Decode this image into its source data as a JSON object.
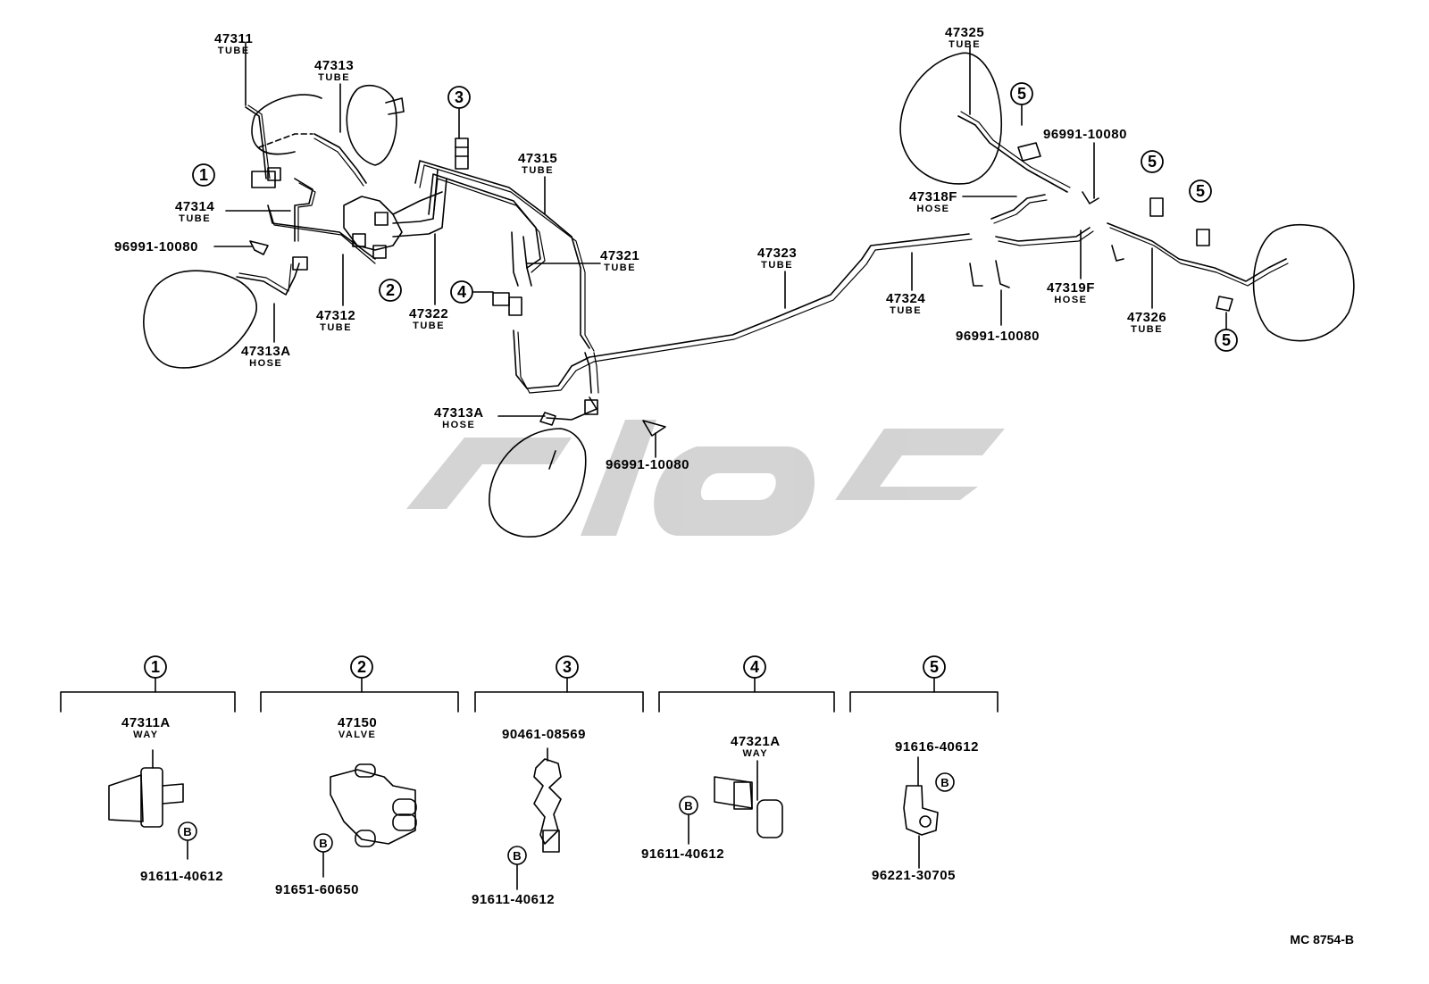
{
  "callouts": [
    {
      "id": "c-47311",
      "part": "47311",
      "desc": "TUBE"
    },
    {
      "id": "c-47313",
      "part": "47313",
      "desc": "TUBE"
    },
    {
      "id": "c-47314",
      "part": "47314",
      "desc": "TUBE"
    },
    {
      "id": "c-96991-a",
      "part": "96991-10080",
      "desc": ""
    },
    {
      "id": "c-47312",
      "part": "47312",
      "desc": "TUBE"
    },
    {
      "id": "c-47313a-front",
      "part": "47313A",
      "desc": "HOSE"
    },
    {
      "id": "c-47322",
      "part": "47322",
      "desc": "TUBE"
    },
    {
      "id": "c-47315",
      "part": "47315",
      "desc": "TUBE"
    },
    {
      "id": "c-47321",
      "part": "47321",
      "desc": "TUBE"
    },
    {
      "id": "c-47313a-rear",
      "part": "47313A",
      "desc": "HOSE"
    },
    {
      "id": "c-96991-b",
      "part": "96991-10080",
      "desc": ""
    },
    {
      "id": "c-47323",
      "part": "47323",
      "desc": "TUBE"
    },
    {
      "id": "c-47325",
      "part": "47325",
      "desc": "TUBE"
    },
    {
      "id": "c-96991-c",
      "part": "96991-10080",
      "desc": ""
    },
    {
      "id": "c-47318f",
      "part": "47318F",
      "desc": "HOSE"
    },
    {
      "id": "c-47324",
      "part": "47324",
      "desc": "TUBE"
    },
    {
      "id": "c-47319f",
      "part": "47319F",
      "desc": "HOSE"
    },
    {
      "id": "c-96991-d",
      "part": "96991-10080",
      "desc": ""
    },
    {
      "id": "c-47326",
      "part": "47326",
      "desc": "TUBE"
    }
  ],
  "details": [
    {
      "num": "1",
      "name": "47311A",
      "desc": "WAY",
      "sub": "91611-40612",
      "bolt": "B"
    },
    {
      "num": "2",
      "name": "47150",
      "desc": "VALVE",
      "sub": "91651-60650",
      "bolt": "B"
    },
    {
      "num": "3",
      "name": "90461-08569",
      "desc": "",
      "sub": "91611-40612",
      "bolt": "B"
    },
    {
      "num": "4",
      "name": "47321A",
      "desc": "WAY",
      "sub": "91611-40612",
      "bolt": "B"
    },
    {
      "num": "5",
      "name": "91616-40612",
      "desc": "",
      "sub": "96221-30705",
      "bolt": "B"
    }
  ],
  "markers": [
    "1",
    "2",
    "3",
    "4",
    "5",
    "5",
    "5",
    "5"
  ],
  "drawing_code": "MC 8754-B"
}
